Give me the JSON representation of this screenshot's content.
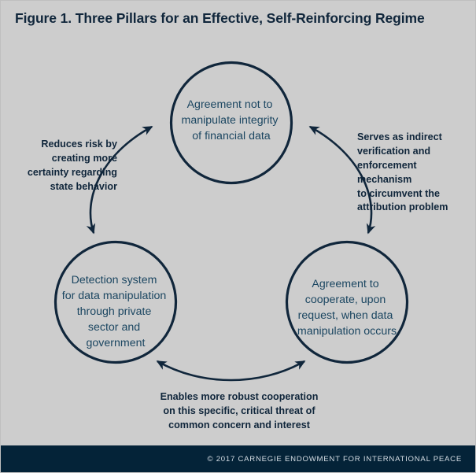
{
  "figure": {
    "title": "Figure 1. Three Pillars for an Effective, Self-Reinforcing Regime",
    "background_color": "#cdcdcd",
    "accent_color": "#10263b",
    "node_text_color": "#1b4661",
    "footer_color": "#042338"
  },
  "nodes": [
    {
      "id": "top",
      "name": "agreement-integrity",
      "lines": [
        "Agreement not to",
        "manipulate integrity",
        "of financial data"
      ]
    },
    {
      "id": "left",
      "name": "detection-system",
      "lines": [
        "Detection system",
        "for data manipulation",
        "through private",
        "sector and",
        "government"
      ]
    },
    {
      "id": "right",
      "name": "agreement-cooperate",
      "lines": [
        "Agreement to",
        "cooperate, upon",
        "request, when data",
        "manipulation occurs"
      ]
    }
  ],
  "edges": [
    {
      "id": "left",
      "name": "edge-detection-to-agreement",
      "lines": [
        "Reduces risk by",
        "creating more",
        "certainty regarding",
        "state behavior"
      ]
    },
    {
      "id": "right",
      "name": "edge-agreement-to-cooperate",
      "lines": [
        "Serves as indirect",
        "verification and",
        "enforcement mechanism",
        "to circumvent the",
        "attribution problem"
      ]
    },
    {
      "id": "bottom",
      "name": "edge-cooperate-to-detection",
      "lines": [
        "Enables more robust cooperation",
        "on this specific, critical threat of",
        "common concern and interest"
      ]
    }
  ],
  "footer": {
    "credit": "© 2017 CARNEGIE ENDOWMENT FOR INTERNATIONAL PEACE"
  }
}
